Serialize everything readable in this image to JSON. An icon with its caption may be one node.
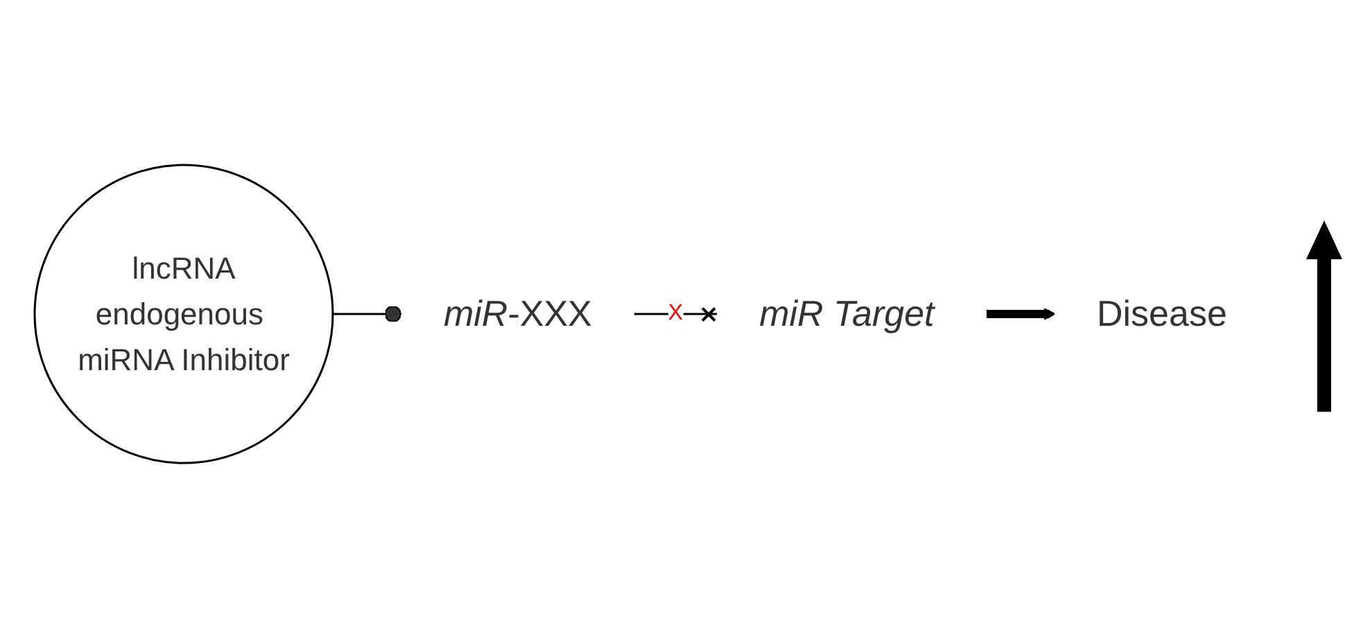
{
  "diagram": {
    "nodes": [
      {
        "text": [
          "lncRNA",
          "endogenous miRNA Inhibitor"
        ]
      },
      {
        "text": [
          "*miR*-XXX"
        ]
      },
      {
        "text": [
          "miR Target"
        ]
      },
      {
        "text": [
          "Disease"
        ]
      }
    ],
    "edges": [
      {
        "from": 0,
        "to": 1,
        "arrow": "other"
      },
      {
        "from": 1,
        "to": 2,
        "arrow": "other",
        "label": "X"
      },
      {
        "from": 2,
        "to": 3,
        "arrow": "to",
        "style": "thick"
      }
    ]
  }
}
